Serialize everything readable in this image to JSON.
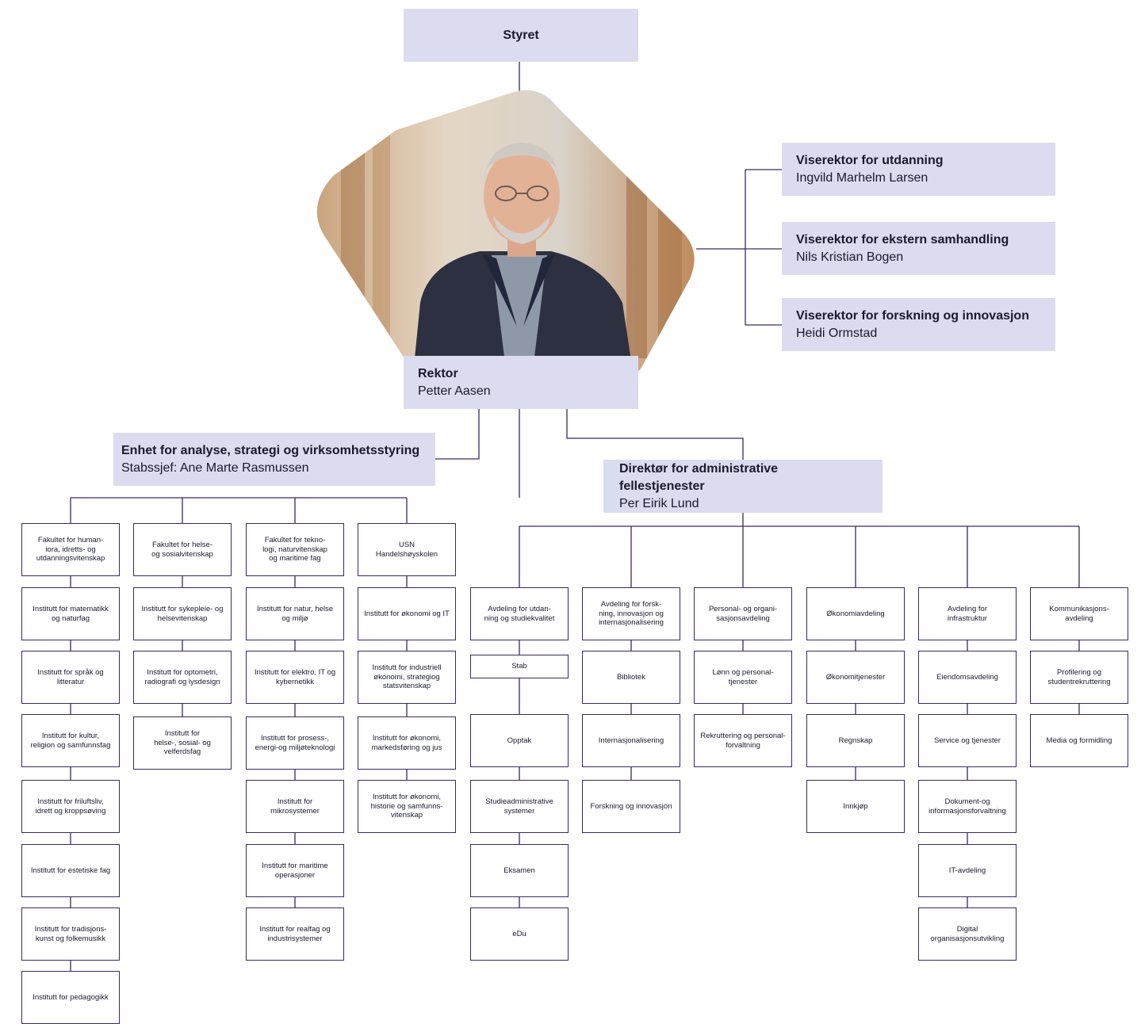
{
  "board": "Styret",
  "rector": {
    "title": "Rektor",
    "name": "Petter Aasen"
  },
  "prorectors": [
    {
      "title": "Viserektor for utdanning",
      "name": "Ingvild Marhelm Larsen"
    },
    {
      "title": "Viserektor for ekstern samhandling",
      "name": "Nils Kristian Bogen"
    },
    {
      "title": "Viserektor for forskning og innovasjon",
      "name": "Heidi Ormstad"
    }
  ],
  "staff_unit": {
    "title": "Enhet for analyse, strategi og virksomhetsstyring",
    "name": "Stabssjef: Ane Marte Rasmussen"
  },
  "director": {
    "title": "Direktør for administrative fellestjenester",
    "name": "Per Eirik Lund"
  },
  "faculties": [
    {
      "name": "Fakultet for human-\niora, idretts- og\nutdanningsvitenskap",
      "units": [
        "Institutt for matematikk\nog naturfag",
        "Institutt for språk og\nlitteratur",
        "Institutt for kultur,\nreligion og samfunnsfag",
        "Institutt for friluftsliv,\nidrett og kroppsøving",
        "Institutt for estetiske fag",
        "Institutt for tradisjons-\nkunst og folkemusikk",
        "Institutt for pedagogikk"
      ]
    },
    {
      "name": "Fakultet for helse-\nog sosialvitenskap",
      "units": [
        "Institutt for sykepleie- og\nhelsevitenskap",
        "Institutt for optometri,\nradiografi og lysdesign",
        "Institutt for\nhelse-, sosial- og\nvelferdsfag"
      ]
    },
    {
      "name": "Fakultet for tekno-\nlogi, naturvitenskap\nog maritime fag",
      "units": [
        "Institutt for natur, helse\nog miljø",
        "Institutt for elektro, IT og\nkybernetikk",
        "Institutt for prosess-,\nenergi-og miljøteknologi",
        "Institutt for\nmikrosystemer",
        "Institutt for maritime\noperasjoner",
        "Institutt for realfag og\nindustrisystemer"
      ]
    },
    {
      "name": "USN\nHandelshøyskolen",
      "units": [
        "Institutt for økonomi og IT",
        "Institutt for industriell\nøkonomi, strategiog\nstatsvitenskap",
        "Institutt for økonomi,\nmarkedsføring og jus",
        "Institutt for økonomi,\nhistorie og samfunns-\nvitenskap"
      ]
    }
  ],
  "departments": [
    {
      "name": "Avdeling for utdan-\nning og studiekvalitet",
      "units": [
        "Stab",
        "Opptak",
        "Studieadministrative\nsystemer",
        "Eksamen",
        "eDu"
      ]
    },
    {
      "name": "Avdeling for forsk-\nning, innovasjon og\ninternasjonalisering",
      "units": [
        "Bibliotek",
        "Internasjonalisering",
        "Forskning og innovasjon"
      ]
    },
    {
      "name": "Personal- og organi-\nsasjonsavdeling",
      "units": [
        "Lønn og personal-\ntjenester",
        "Rekruttering og personal-\nforvaltning"
      ]
    },
    {
      "name": "Økonomiavdeling",
      "units": [
        "Økonomitjenester",
        "Regnskap",
        "Innkjøp"
      ]
    },
    {
      "name": "Avdeling for\ninfrastruktur",
      "units": [
        "Eiendomsavdeling",
        "Service og tjenester",
        "Dokument-og\ninformasjonsforvaltning",
        "IT-avdeling",
        "Digital\norganisasjonsutvikling"
      ]
    },
    {
      "name": "Kommunikasjons-\navdeling",
      "units": [
        "Profilering og\nstudentrekruttering",
        "Media og formidling"
      ]
    }
  ]
}
